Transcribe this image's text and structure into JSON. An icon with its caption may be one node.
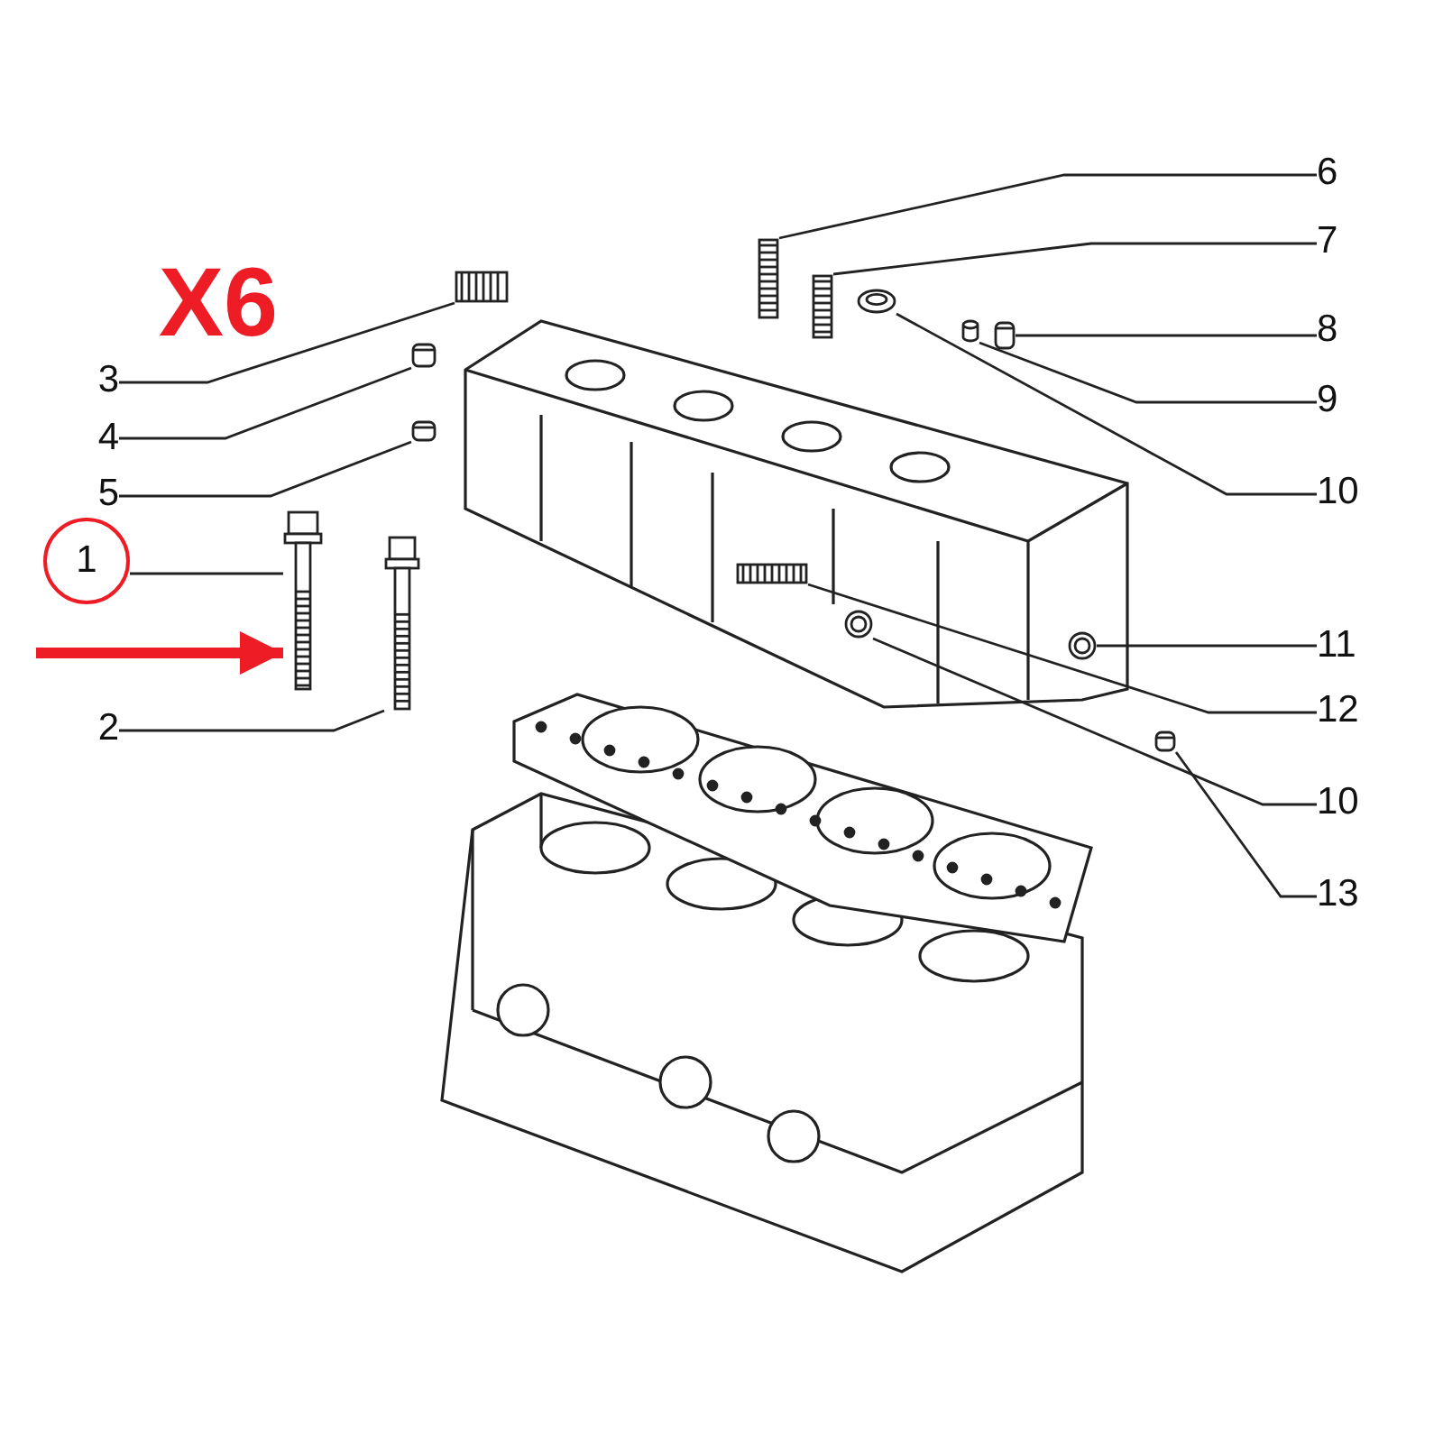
{
  "diagram": {
    "nodes": [
      {
        "text": [
          "1"
        ]
      },
      {
        "text": [
          "2"
        ]
      },
      {
        "text": [
          "3"
        ]
      },
      {
        "text": [
          "4"
        ]
      },
      {
        "text": [
          "5"
        ]
      },
      {
        "text": [
          "6"
        ]
      },
      {
        "text": [
          "7"
        ]
      },
      {
        "text": [
          "8"
        ]
      },
      {
        "text": [
          "9"
        ]
      },
      {
        "text": [
          "10"
        ]
      },
      {
        "text": [
          "11"
        ]
      },
      {
        "text": [
          "12"
        ]
      },
      {
        "text": [
          "10"
        ]
      },
      {
        "text": [
          "13"
        ]
      },
      {
        "text": [],
        "shape": "picture"
      },
      {
        "text": [],
        "shape": "picture"
      },
      {
        "text": [],
        "shape": "picture"
      },
      {
        "text": [],
        "shape": "picture"
      },
      {
        "text": [],
        "shape": "picture"
      },
      {
        "text": [],
        "shape": "picture"
      },
      {
        "text": [],
        "shape": "picture"
      },
      {
        "text": [],
        "shape": "picture"
      },
      {
        "text": [],
        "shape": "cylinder"
      },
      {
        "text": [],
        "shape": "picture"
      },
      {
        "text": [],
        "shape": "picture"
      },
      {
        "text": [],
        "shape": "picture"
      },
      {
        "text": [],
        "shape": "picture"
      },
      {
        "text": [],
        "shape": "picture"
      }
    ],
    "edges": [
      {
        "from": 0,
        "to": 14,
        "arrow": "none"
      },
      {
        "from": 1,
        "to": 15,
        "arrow": "none"
      },
      {
        "from": 2,
        "to": 16,
        "arrow": "none"
      },
      {
        "from": 3,
        "to": 17,
        "arrow": "none"
      },
      {
        "from": 4,
        "to": 18,
        "arrow": "none"
      },
      {
        "from": 5,
        "to": 19,
        "arrow": "none"
      },
      {
        "from": 6,
        "to": 20,
        "arrow": "none"
      },
      {
        "from": 7,
        "to": 21,
        "arrow": "none"
      },
      {
        "from": 8,
        "to": 22,
        "arrow": "none"
      },
      {
        "from": 9,
        "to": 23,
        "arrow": "none"
      },
      {
        "from": 10,
        "to": 26,
        "arrow": "none"
      },
      {
        "from": 11,
        "to": 24,
        "arrow": "none"
      },
      {
        "from": 12,
        "to": 27,
        "arrow": "none"
      },
      {
        "from": 13,
        "to": 25,
        "arrow": "none"
      },
      {
        "from": null,
        "to": 14,
        "arrow": "to",
        "style": "thick",
        "color": "#ee1c25"
      }
    ],
    "labels": [
      "X6"
    ]
  }
}
